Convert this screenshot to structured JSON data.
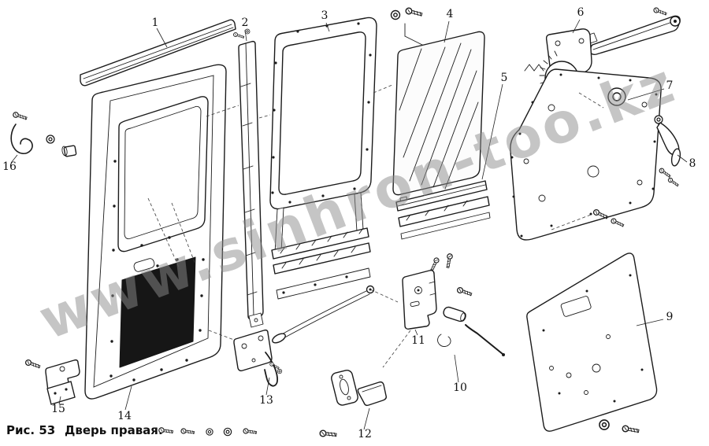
{
  "figure": {
    "label": "Рис. 53",
    "title": "Дверь правая.",
    "watermark": "www.sinhron-too.kz"
  },
  "callouts": [
    "1",
    "2",
    "3",
    "4",
    "5",
    "6",
    "7",
    "8",
    "9",
    "10",
    "11",
    "12",
    "13",
    "14",
    "15",
    "16"
  ]
}
